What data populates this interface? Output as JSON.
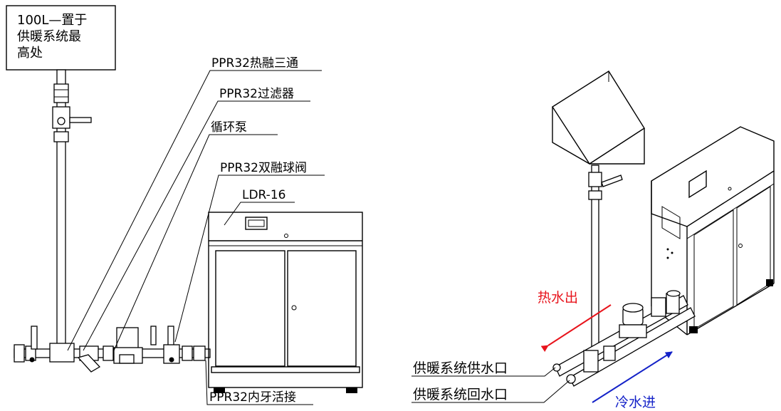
{
  "left_diagram": {
    "tank_note": [
      "100L—置于",
      "供暖系统最",
      "高处"
    ],
    "labels": {
      "tee": "PPR32热融三通",
      "filter": "PPR32过滤器",
      "pump": "循环泵",
      "ball_valve": "PPR32双融球阀",
      "model": "LDR-16",
      "union": "PPR32内牙活接"
    }
  },
  "right_diagram": {
    "hot_out": "热水出",
    "cold_in": "冷水进",
    "supply": "供暖系统供水口",
    "return": "供暖系统回水口"
  },
  "colors": {
    "hot_arrow": "#e8141c",
    "cold_arrow": "#1422c8",
    "line": "#000000"
  }
}
